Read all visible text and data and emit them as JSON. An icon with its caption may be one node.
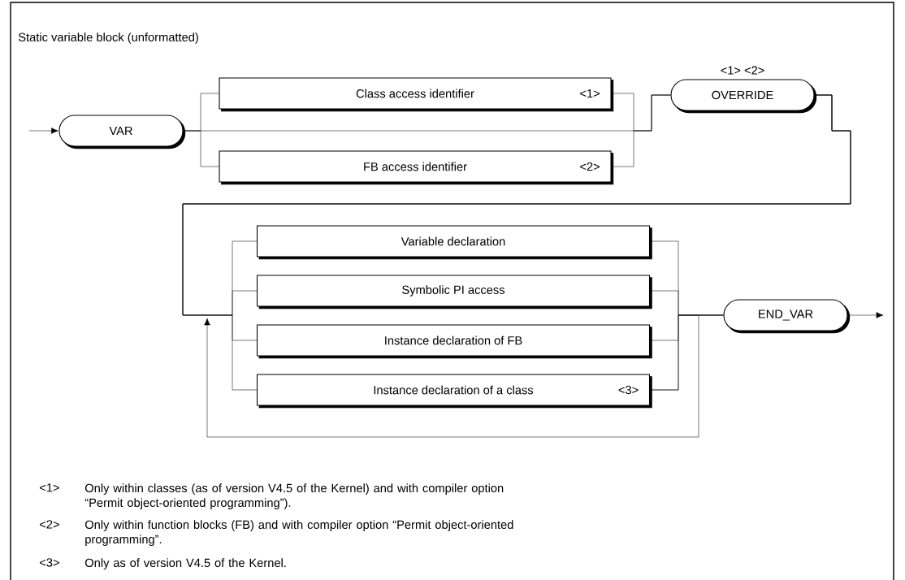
{
  "diagram": {
    "title": "Static variable block (unformatted)",
    "nodes": [
      {
        "text": [
          "VAR"
        ]
      },
      {
        "text": [
          "Class access identifier",
          "<1>"
        ]
      },
      {
        "text": [
          "FB access identifier",
          "<2>"
        ]
      },
      {
        "text": [
          "OVERRIDE"
        ],
        "beside": [
          "<1> <2>"
        ]
      },
      {
        "text": [
          "Variable declaration"
        ]
      },
      {
        "text": [
          "Symbolic PI access"
        ]
      },
      {
        "text": [
          "Instance declaration of FB"
        ]
      },
      {
        "text": [
          "Instance declaration of a class",
          "<3>"
        ]
      },
      {
        "text": [
          "END_VAR"
        ]
      }
    ],
    "edges": [
      {
        "from": null,
        "to": 0,
        "arrow": "to"
      },
      {
        "from": 0,
        "to": 1,
        "arrow": "none"
      },
      {
        "from": 0,
        "to": 2,
        "arrow": "none"
      },
      {
        "from": 1,
        "to": 3,
        "arrow": "none"
      },
      {
        "from": 2,
        "to": 3,
        "arrow": "none"
      },
      {
        "from": 0,
        "to": 3,
        "arrow": "none"
      },
      {
        "from": 3,
        "to": 4,
        "arrow": "none"
      },
      {
        "from": 3,
        "to": 5,
        "arrow": "none"
      },
      {
        "from": 3,
        "to": 6,
        "arrow": "none"
      },
      {
        "from": 3,
        "to": 7,
        "arrow": "none"
      },
      {
        "from": 4,
        "to": 8,
        "arrow": "none"
      },
      {
        "from": 5,
        "to": 8,
        "arrow": "none"
      },
      {
        "from": 6,
        "to": 8,
        "arrow": "none"
      },
      {
        "from": 7,
        "to": 8,
        "arrow": "none"
      },
      {
        "from": 8,
        "to": null,
        "arrow": "to"
      },
      {
        "from": 7,
        "to": null,
        "arrow": "to"
      }
    ],
    "labels": [
      "<1>",
      "Only within classes (as of version V4.5 of the Kernel) and with compiler option “Permit object-oriented programming”).",
      "<2>",
      "Only within function blocks (FB) and with compiler option “Permit object-oriented programming”.",
      "<3>",
      "Only as of version V4.5 of the Kernel."
    ]
  }
}
